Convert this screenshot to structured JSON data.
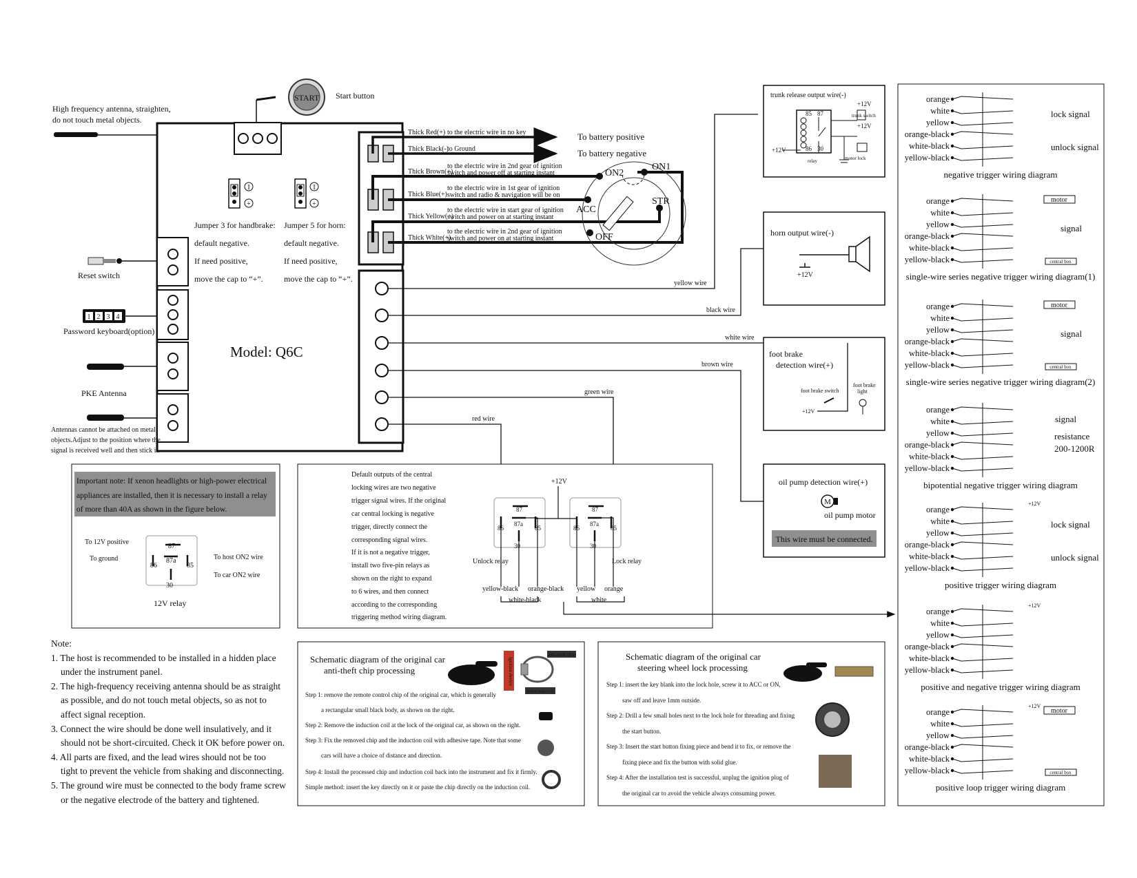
{
  "start_button": {
    "badge": "START",
    "label": "Start button"
  },
  "antenna": {
    "line1": "High frequency antenna, straighten,",
    "line2": "do not touch metal objects."
  },
  "reset_switch": "Reset switch",
  "keyboard": {
    "keys": [
      "1",
      "2",
      "3",
      "4"
    ],
    "label": "Password keyboard(option)"
  },
  "pke_antenna": "PKE Antenna",
  "antenna_note": [
    "Antennas cannot be attached on metal",
    "objects.Adjust to the position where the",
    "signal is received well and then stick it."
  ],
  "model": "Model: Q6C",
  "jumper3": [
    "Jumper 3 for handbrake:",
    "default negative.",
    "If need positive,",
    "move the cap to “+”."
  ],
  "jumper5": [
    "Jumper 5 for horn:",
    "default negative.",
    "If need positive,",
    "move the cap to “+”."
  ],
  "jumper_symbols": {
    "i": "I",
    "plus": "+"
  },
  "power_wires": [
    {
      "name": "Thick Red(+)",
      "desc1": "to the electric wire in no key",
      "desc2": ""
    },
    {
      "name": "Thick Black(-)",
      "desc1": "to Ground",
      "desc2": ""
    },
    {
      "name": "Thick Brown(+)",
      "desc1": "to the electric wire in 2nd gear of ignition",
      "desc2": "switch and power off at starting instant"
    },
    {
      "name": "Thick Blue(+)",
      "desc1": "to the electric wire in 1st gear of ignition",
      "desc2": "switch and radio & navigation will be on"
    },
    {
      "name": "Thick Yellow(+)",
      "desc1": "to the electric wire in start gear of ignition",
      "desc2": "switch and power on at starting instant"
    },
    {
      "name": "Thick White(+)",
      "desc1": "to the electric wire in 2nd gear of ignition",
      "desc2": "switch and power on at starting instant"
    }
  ],
  "battery": {
    "positive": "To battery positive",
    "negative": "To battery negative"
  },
  "ignition": {
    "on2": "ON2",
    "on1": "ON1",
    "acc": "ACC",
    "str": "STR",
    "off": "OFF"
  },
  "signal_wires": [
    "yellow wire",
    "black wire",
    "white wire",
    "brown wire",
    "green wire",
    "red wire"
  ],
  "trunk": {
    "title": "trunk release output wire(-)",
    "v1": "+12V",
    "v2": "+12V",
    "v3": "+12V",
    "switch": "trunk switch",
    "relay": "relay",
    "motorlock": "motor lock",
    "p85": "85",
    "p87": "87",
    "p86": "86",
    "p30": "30"
  },
  "horn": {
    "title": "horn output wire(-)",
    "v": "+12V"
  },
  "footbrake": {
    "title1": "foot brake",
    "title2": "detection wire(+)",
    "switch": "foot brake switch",
    "light1": "foot brake",
    "light2": "light",
    "v": "+12V"
  },
  "oil": {
    "title": "oil pump detection wire(+)",
    "motor": "oil pump motor",
    "m": "M",
    "warn": "This wire must be connected."
  },
  "important": {
    "text": [
      "Important note: If xenon headlights or high-power electrical",
      "appliances are installed, then it is necessary to install a relay",
      "of more than 40A as shown in the figure below."
    ],
    "to12v": "To 12V positive",
    "toground": "To ground",
    "tohost": "To host ON2 wire",
    "tocar": "To car ON2 wire",
    "caption": "12V relay",
    "pins": [
      "87",
      "87a",
      "86",
      "85",
      "30"
    ]
  },
  "lock_relays": {
    "text": [
      "Default outputs of the central",
      "locking wires are two negative",
      "trigger signal wires. If the original",
      "car central locking is negative",
      "trigger, directly connect the",
      "corresponding signal wires.",
      "If it is not a negative trigger,",
      "install two five-pin relays as",
      "shown on the right to expand",
      "to 6 wires, and then connect",
      "according to the corresponding",
      "triggering method wiring diagram."
    ],
    "v": "+12V",
    "unlock": "Unlock relay",
    "lock": "Lock relay",
    "yb": "yellow-black",
    "ob": "orange-black",
    "wb": "white-black",
    "y": "yellow",
    "o": "orange",
    "w": "white"
  },
  "notes": {
    "title": "Note:",
    "items": [
      [
        "1. The host is recommended to be installed in a hidden place",
        "under the instrument panel."
      ],
      [
        "2. The high-frequency receiving antenna should be as straight",
        "as possible, and do not touch metal objects, so as not to",
        "affect signal reception."
      ],
      [
        "3. Connect the wire should be done well insulatively, and  it",
        "should not be short-circuited. Check it OK before power on."
      ],
      [
        "4. All parts are fixed, and the lead wires should not be too",
        "tight to prevent the vehicle from shaking and disconnecting."
      ],
      [
        "5. The ground wire must be connected to the body frame screw",
        "or the negative electrode of the battery and tightened."
      ]
    ]
  },
  "antitheft": {
    "title1": "Schematic diagram of the original car",
    "title2": "anti-theft chip processing",
    "tag": "Ignition device",
    "chip": "anti-theft chip",
    "coil": "Induction coil",
    "steps": [
      [
        "Step 1: remove the remote control chip of the original car, which is generally",
        "a rectangular small black body, as shown on the right."
      ],
      [
        "Step 2: Remove the induction coil at the lock of the original car, as shown on the right."
      ],
      [
        "Step 3: Fix the removed chip and the induction coil with adhesive tape. Note that some",
        "cars will have a choice of distance and direction."
      ],
      [
        "Step 4: Install the processed chip and induction coil back into the instrument and fix it firmly."
      ],
      [
        "Simple method: insert the key directly on it or paste the chip directly on the induction coil."
      ]
    ]
  },
  "steering": {
    "title1": "Schematic diagram of the original car",
    "title2": "steering wheel lock processing",
    "steps": [
      [
        "Step 1: insert the key blank into the lock hole, screw it to ACC or ON,",
        "saw off and leave 1mm outside."
      ],
      [
        "Step 2: Drill a few small holes next to the lock hole for threading and fixing",
        "the start button."
      ],
      [
        "Step 3: Insert the start button fixing piece and bend it to fix, or remove the",
        "fixing piece and fix the button with solid glue."
      ],
      [
        "Step 4: After the installation test is successful, unplug the ignition plug of",
        "the original car to avoid the vehicle always consuming power."
      ]
    ]
  },
  "wire_colors": [
    "orange",
    "white",
    "yellow",
    "orange-black",
    "white-black",
    "yellow-black"
  ],
  "trigger_diagrams": [
    {
      "caption": "negative trigger wiring diagram",
      "labels": [
        "lock signal",
        "unlock signal"
      ]
    },
    {
      "caption": "single-wire series negative trigger wiring diagram(1)",
      "labels": [
        "signal"
      ],
      "box1": "motor",
      "box2": "central box"
    },
    {
      "caption": "single-wire series negative trigger wiring diagram(2)",
      "labels": [
        "signal"
      ],
      "box1": "motor",
      "box2": "central box"
    },
    {
      "caption": "bipotential negative trigger wiring diagram",
      "labels": [
        "signal",
        "resistance",
        "200-1200R"
      ]
    },
    {
      "caption": "positive trigger wiring diagram",
      "labels": [
        "lock signal",
        "unlock signal",
        "+12V"
      ]
    },
    {
      "caption": "positive and negative trigger wiring diagram",
      "labels": [
        "+12V"
      ]
    },
    {
      "caption": "positive loop trigger wiring diagram",
      "labels": [
        "+12V"
      ],
      "box1": "motor",
      "box2": "central box"
    }
  ]
}
